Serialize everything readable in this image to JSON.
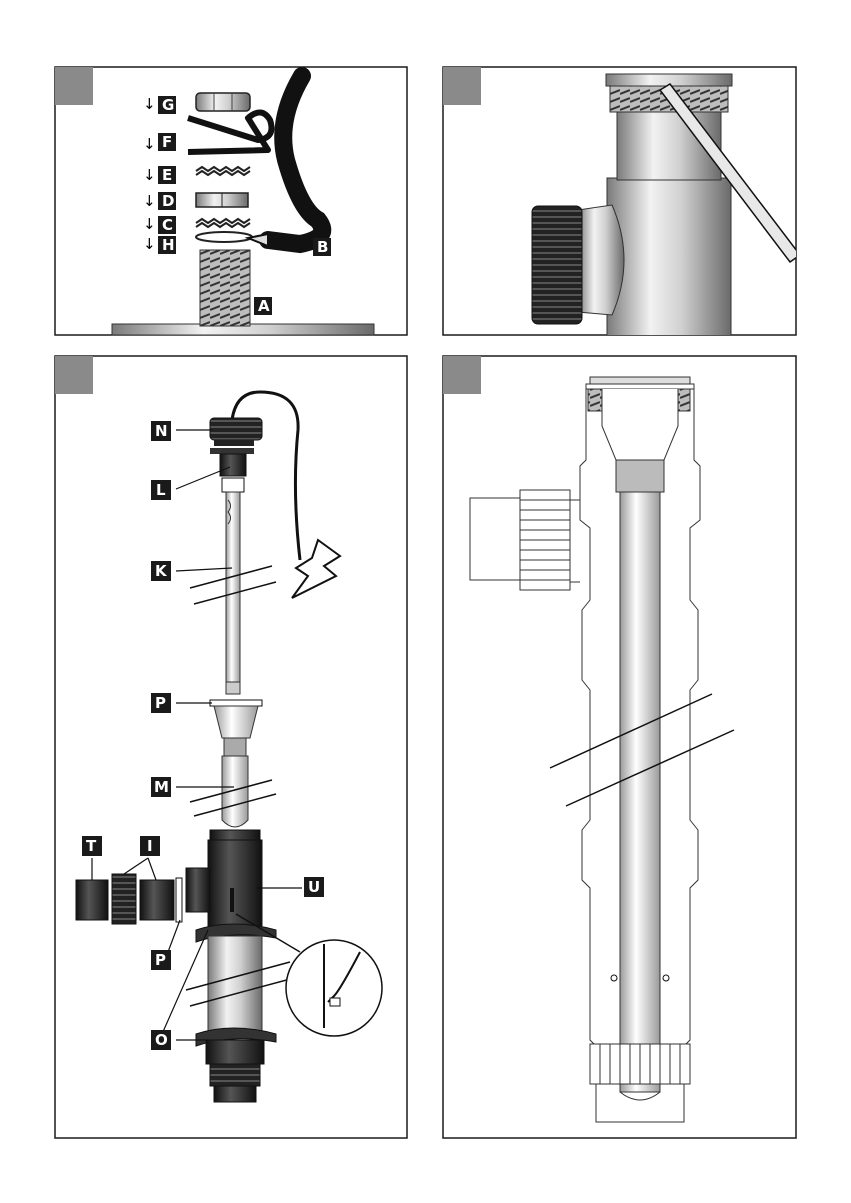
{
  "panels": [
    {
      "id": "panel-1",
      "number": ""
    },
    {
      "id": "panel-2",
      "number": ""
    },
    {
      "id": "panel-3",
      "number": ""
    },
    {
      "id": "panel-4",
      "number": ""
    }
  ],
  "panel1": {
    "arrow_glyph": "↓",
    "labels": {
      "G": "G",
      "F": "F",
      "E": "E",
      "D": "D",
      "C": "C",
      "H": "H",
      "B": "B",
      "A": "A"
    }
  },
  "panel3": {
    "labels": {
      "N": "N",
      "L": "L",
      "K": "K",
      "P_top": "P",
      "M": "M",
      "T": "T",
      "I": "I",
      "U": "U",
      "P_bottom": "P",
      "O": "O"
    }
  },
  "colors": {
    "frame": "#1a1a1a",
    "badge": "#1a1a1a",
    "corner_tab": "#8a8a8a",
    "metal_light": "#e8e8e8",
    "metal_dark": "#7a7a7a",
    "part_dark": "#2a2a2a"
  }
}
